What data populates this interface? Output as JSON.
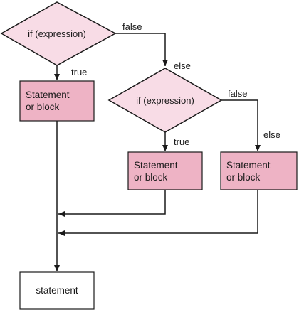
{
  "colors": {
    "diamond_fill": "#f8dce6",
    "box_fill": "#eeb3c5",
    "statement_fill": "#ffffff",
    "stroke": "#1a1a1a",
    "background": "#ffffff"
  },
  "nodes": {
    "decision_1": {
      "text": "if (expression)"
    },
    "decision_2": {
      "text": "if (expression)"
    },
    "block_1": {
      "line1": "Statement",
      "line2": "or block"
    },
    "block_2": {
      "line1": "Statement",
      "line2": "or block"
    },
    "block_3": {
      "line1": "Statement",
      "line2": "or block"
    },
    "final": {
      "text": "statement"
    }
  },
  "edge_labels": {
    "d1_false": "false",
    "d1_true": "true",
    "d2_else": "else",
    "d2_false": "false",
    "d2_true": "true",
    "d3_else": "else"
  }
}
